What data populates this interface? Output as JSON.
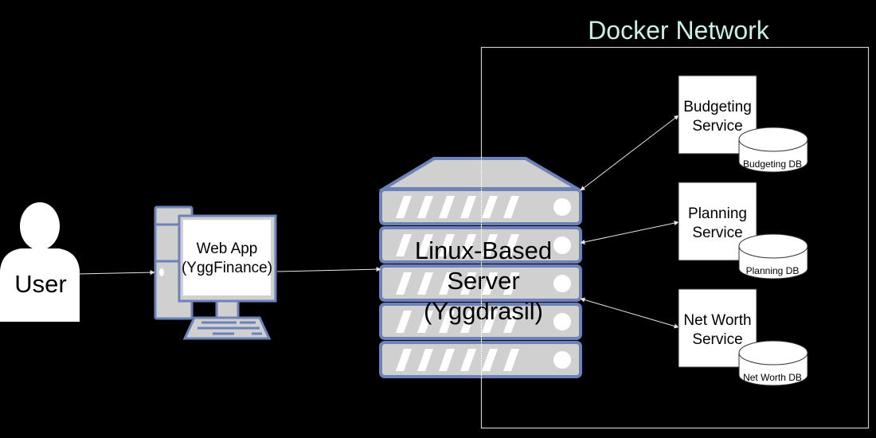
{
  "diagram": {
    "network_label": "Docker Network",
    "user_label": "User",
    "webapp": {
      "line1": "Web App",
      "line2": "(YggFinance)"
    },
    "server": {
      "line1": "Linux-Based",
      "line2": "Server",
      "line3": "(Yggdrasil)"
    },
    "services": [
      {
        "line1": "Budgeting",
        "line2": "Service",
        "db": "Budgeting DB"
      },
      {
        "line1": "Planning",
        "line2": "Service",
        "db": "Planning DB"
      },
      {
        "line1": "Net Worth",
        "line2": "Service",
        "db": "Net Worth DB"
      }
    ]
  },
  "colors": {
    "background": "#000000",
    "network_label": "#c8f0e8",
    "device_fill": "#d0d0d0",
    "device_stroke": "#6c82b8",
    "box_fill": "#ffffff",
    "edge": "#e6e6e6"
  }
}
